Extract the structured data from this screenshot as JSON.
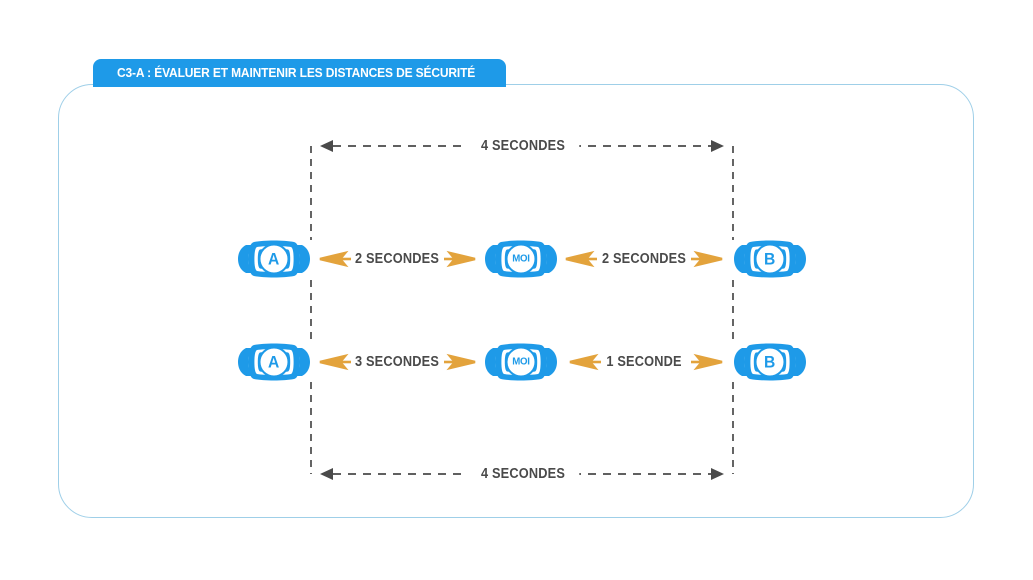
{
  "banner": {
    "label": "C3-A : ÉVALUER ET MAINTENIR LES DISTANCES DE SÉCURITÉ",
    "color": "#1e9ae8"
  },
  "card": {
    "border_color": "#9fcfe8",
    "background": "#ffffff"
  },
  "colors": {
    "car_blue": "#1e9ae8",
    "arrow_amber": "#e3a33c",
    "dim_gray": "#4a4a4a",
    "text_gray": "#4a4a4a"
  },
  "diagram": {
    "top_dimension": {
      "label": "4 SECONDES"
    },
    "bottom_dimension": {
      "label": "4 SECONDES"
    },
    "rows": [
      {
        "name": "row-top",
        "cars": [
          {
            "badge": "A",
            "kind": "letter"
          },
          {
            "badge": "MOI",
            "kind": "moi"
          },
          {
            "badge": "B",
            "kind": "letter"
          }
        ],
        "gaps": [
          {
            "label": "2 SECONDES"
          },
          {
            "label": "2 SECONDES"
          }
        ]
      },
      {
        "name": "row-bottom",
        "cars": [
          {
            "badge": "A",
            "kind": "letter"
          },
          {
            "badge": "MOI",
            "kind": "moi"
          },
          {
            "badge": "B",
            "kind": "letter"
          }
        ],
        "gaps": [
          {
            "label": "3 SECONDES"
          },
          {
            "label": "1 SECONDE"
          }
        ]
      }
    ]
  }
}
